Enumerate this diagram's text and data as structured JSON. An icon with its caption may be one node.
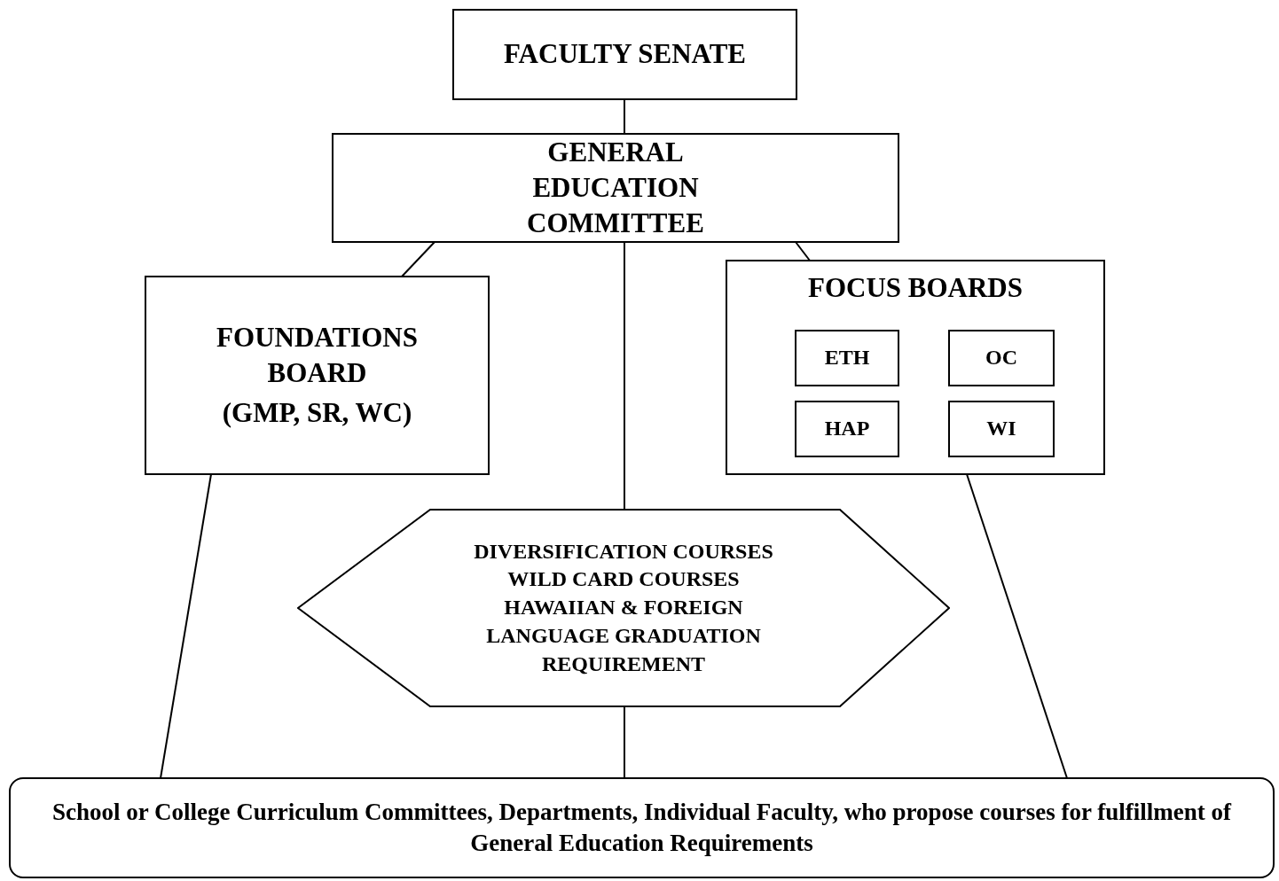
{
  "diagram": {
    "nodes": [
      {
        "text": [
          "FACULTY SENATE"
        ]
      },
      {
        "text": [
          "GENERAL EDUCATION COMMITTEE"
        ]
      },
      {
        "text": [
          "FOUNDATIONS BOARD",
          "(GMP, SR, WC)"
        ]
      },
      {
        "text": [
          "FOCUS BOARDS"
        ]
      },
      {
        "text": [
          "ETH"
        ],
        "in": 3
      },
      {
        "text": [
          "OC"
        ],
        "in": 3
      },
      {
        "text": [
          "HAP"
        ],
        "in": 3
      },
      {
        "text": [
          "WI"
        ],
        "in": 3
      },
      {
        "text": [
          "DIVERSIFICATION COURSES",
          "WILD CARD COURSES",
          "HAWAIIAN & FOREIGN LANGUAGE GRADUATION REQUIREMENT"
        ]
      },
      {
        "text": [
          "School or College Curriculum Committees, Departments, Individual Faculty, who propose courses for fulfillment of General Education Requirements"
        ]
      }
    ],
    "edges": [
      {
        "from": 0,
        "to": 1,
        "arrow": "none"
      },
      {
        "from": 1,
        "to": 2,
        "arrow": "none"
      },
      {
        "from": 1,
        "to": 3,
        "arrow": "none"
      },
      {
        "from": 1,
        "to": 8,
        "arrow": "none"
      },
      {
        "from": 2,
        "to": 9,
        "arrow": "none"
      },
      {
        "from": 3,
        "to": 9,
        "arrow": "none"
      },
      {
        "from": 8,
        "to": 9,
        "arrow": "none"
      }
    ]
  }
}
